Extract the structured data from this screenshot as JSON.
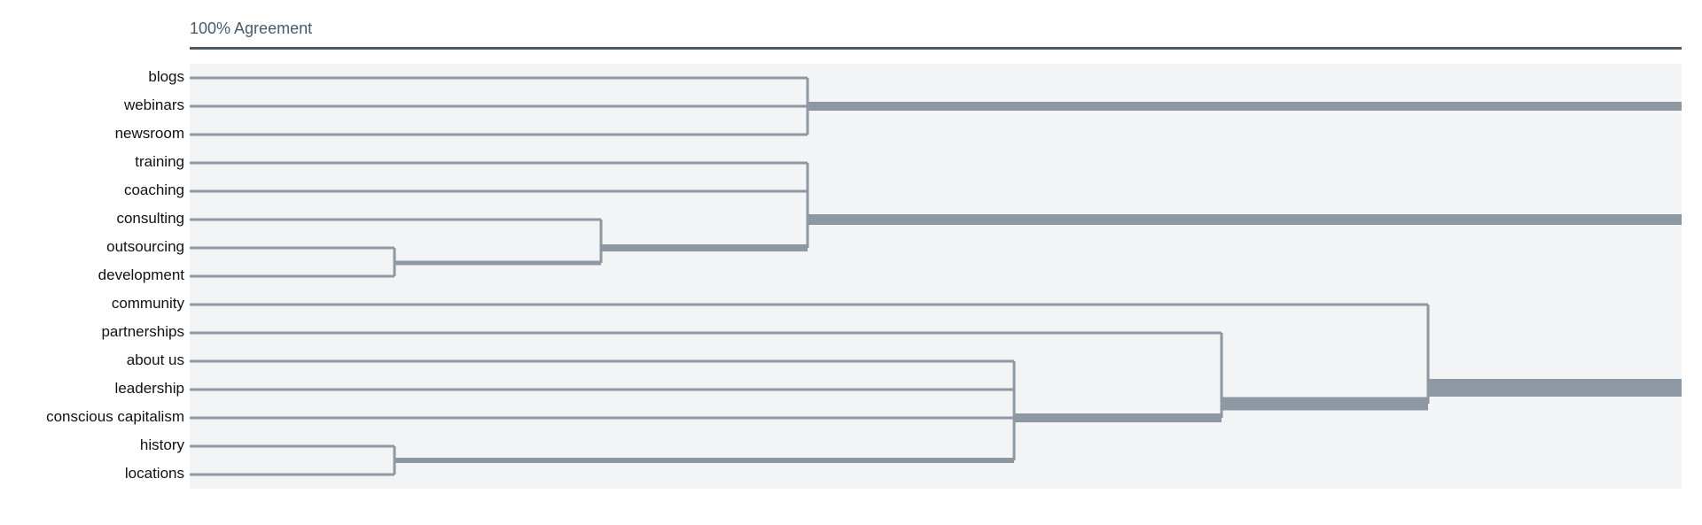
{
  "header": {
    "title": "100% Agreement"
  },
  "leaves": [
    "blogs",
    "webinars",
    "newsroom",
    "training",
    "coaching",
    "consulting",
    "outsourcing",
    "development",
    "community",
    "partnerships",
    "about us",
    "leadership",
    "conscious capitalism",
    "history",
    "locations"
  ],
  "colors": {
    "line": "#8d98a3",
    "header_rule": "#4e5968",
    "panel": "#f2f4f6",
    "text": "#111111",
    "header_text": "#4a5a6e"
  },
  "agreement_levels": [
    1.0,
    0.8,
    0.6,
    0.4
  ],
  "merges": [
    {
      "id": "g1",
      "children": [
        "blogs",
        "webinars",
        "newsroom"
      ],
      "level": 0.6,
      "parent": "root"
    },
    {
      "id": "m1",
      "children": [
        "outsourcing",
        "development"
      ],
      "level": 0.8,
      "parent": "m2"
    },
    {
      "id": "m2",
      "children": [
        "consulting",
        "m1"
      ],
      "level": 0.7,
      "parent": "m3"
    },
    {
      "id": "m3",
      "children": [
        "training",
        "coaching",
        "m2"
      ],
      "level": 0.6,
      "parent": "root"
    },
    {
      "id": "m4",
      "children": [
        "history",
        "locations"
      ],
      "level": 0.8,
      "parent": "m5"
    },
    {
      "id": "m5",
      "children": [
        "about us",
        "leadership",
        "conscious capitalism",
        "m4"
      ],
      "level": 0.4,
      "parent": "m6"
    },
    {
      "id": "m6",
      "children": [
        "partnerships",
        "m5"
      ],
      "level": 0.2,
      "parent": "m7"
    },
    {
      "id": "m7",
      "children": [
        "community",
        "m6"
      ],
      "level": 0.0,
      "parent": "root"
    }
  ]
}
